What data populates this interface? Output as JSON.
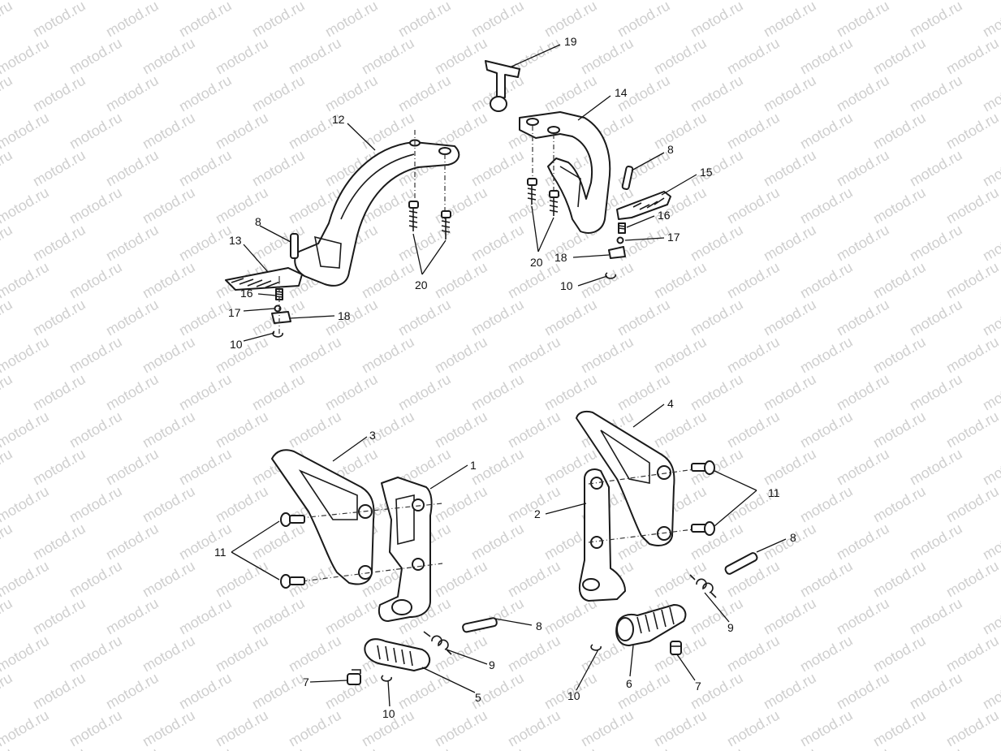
{
  "watermark": "motod.ru",
  "callouts": [
    {
      "id": "c19",
      "text": "19"
    },
    {
      "id": "c14",
      "text": "14"
    },
    {
      "id": "c12",
      "text": "12"
    },
    {
      "id": "c8a",
      "text": "8"
    },
    {
      "id": "c15",
      "text": "15"
    },
    {
      "id": "c8b",
      "text": "8"
    },
    {
      "id": "c16a",
      "text": "16"
    },
    {
      "id": "c17a",
      "text": "17"
    },
    {
      "id": "c13",
      "text": "13"
    },
    {
      "id": "c20a",
      "text": "20"
    },
    {
      "id": "c18a",
      "text": "18"
    },
    {
      "id": "c10a",
      "text": "10"
    },
    {
      "id": "c16b",
      "text": "16"
    },
    {
      "id": "c17b",
      "text": "17"
    },
    {
      "id": "c18b",
      "text": "18"
    },
    {
      "id": "c10b",
      "text": "10"
    },
    {
      "id": "c20b",
      "text": "20"
    },
    {
      "id": "c4",
      "text": "4"
    },
    {
      "id": "c3",
      "text": "3"
    },
    {
      "id": "c1",
      "text": "1"
    },
    {
      "id": "c11a",
      "text": "11"
    },
    {
      "id": "c2",
      "text": "2"
    },
    {
      "id": "c11b",
      "text": "11"
    },
    {
      "id": "c8c",
      "text": "8"
    },
    {
      "id": "c8d",
      "text": "8"
    },
    {
      "id": "c9a",
      "text": "9"
    },
    {
      "id": "c9b",
      "text": "9"
    },
    {
      "id": "c7a",
      "text": "7"
    },
    {
      "id": "c5",
      "text": "5"
    },
    {
      "id": "c10c",
      "text": "10"
    },
    {
      "id": "c10d",
      "text": "10"
    },
    {
      "id": "c6",
      "text": "6"
    },
    {
      "id": "c7b",
      "text": "7"
    }
  ]
}
